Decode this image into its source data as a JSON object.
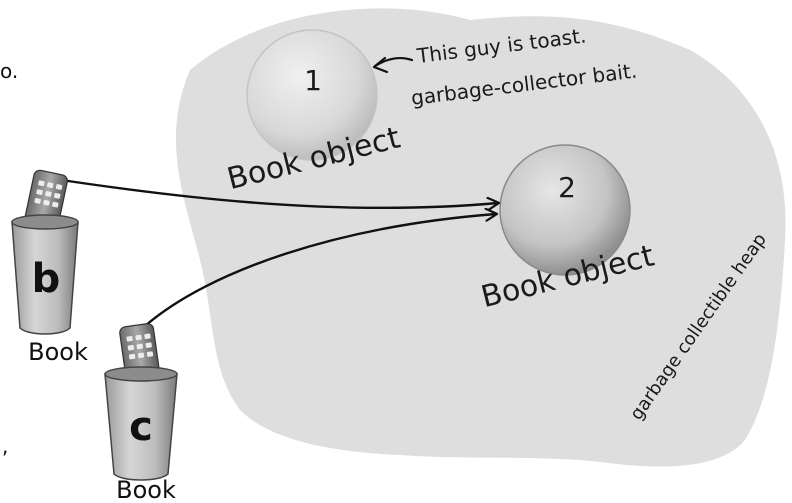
{
  "heap": {
    "label": "garbage collectible heap",
    "fill_color": "#dedede"
  },
  "objects": [
    {
      "number": "1",
      "label": "Book object",
      "state": "unreferenced",
      "color": "#dcdcdc"
    },
    {
      "number": "2",
      "label": "Book object",
      "state": "referenced",
      "color": "#cfcfcf"
    }
  ],
  "annotation": {
    "line1": "This guy is toast.",
    "line2": "garbage-collector bait."
  },
  "references": [
    {
      "name": "b",
      "type": "Book"
    },
    {
      "name": "c",
      "type": "Book"
    }
  ],
  "margin_marks": {
    "top": "o.",
    "bottom": ","
  }
}
